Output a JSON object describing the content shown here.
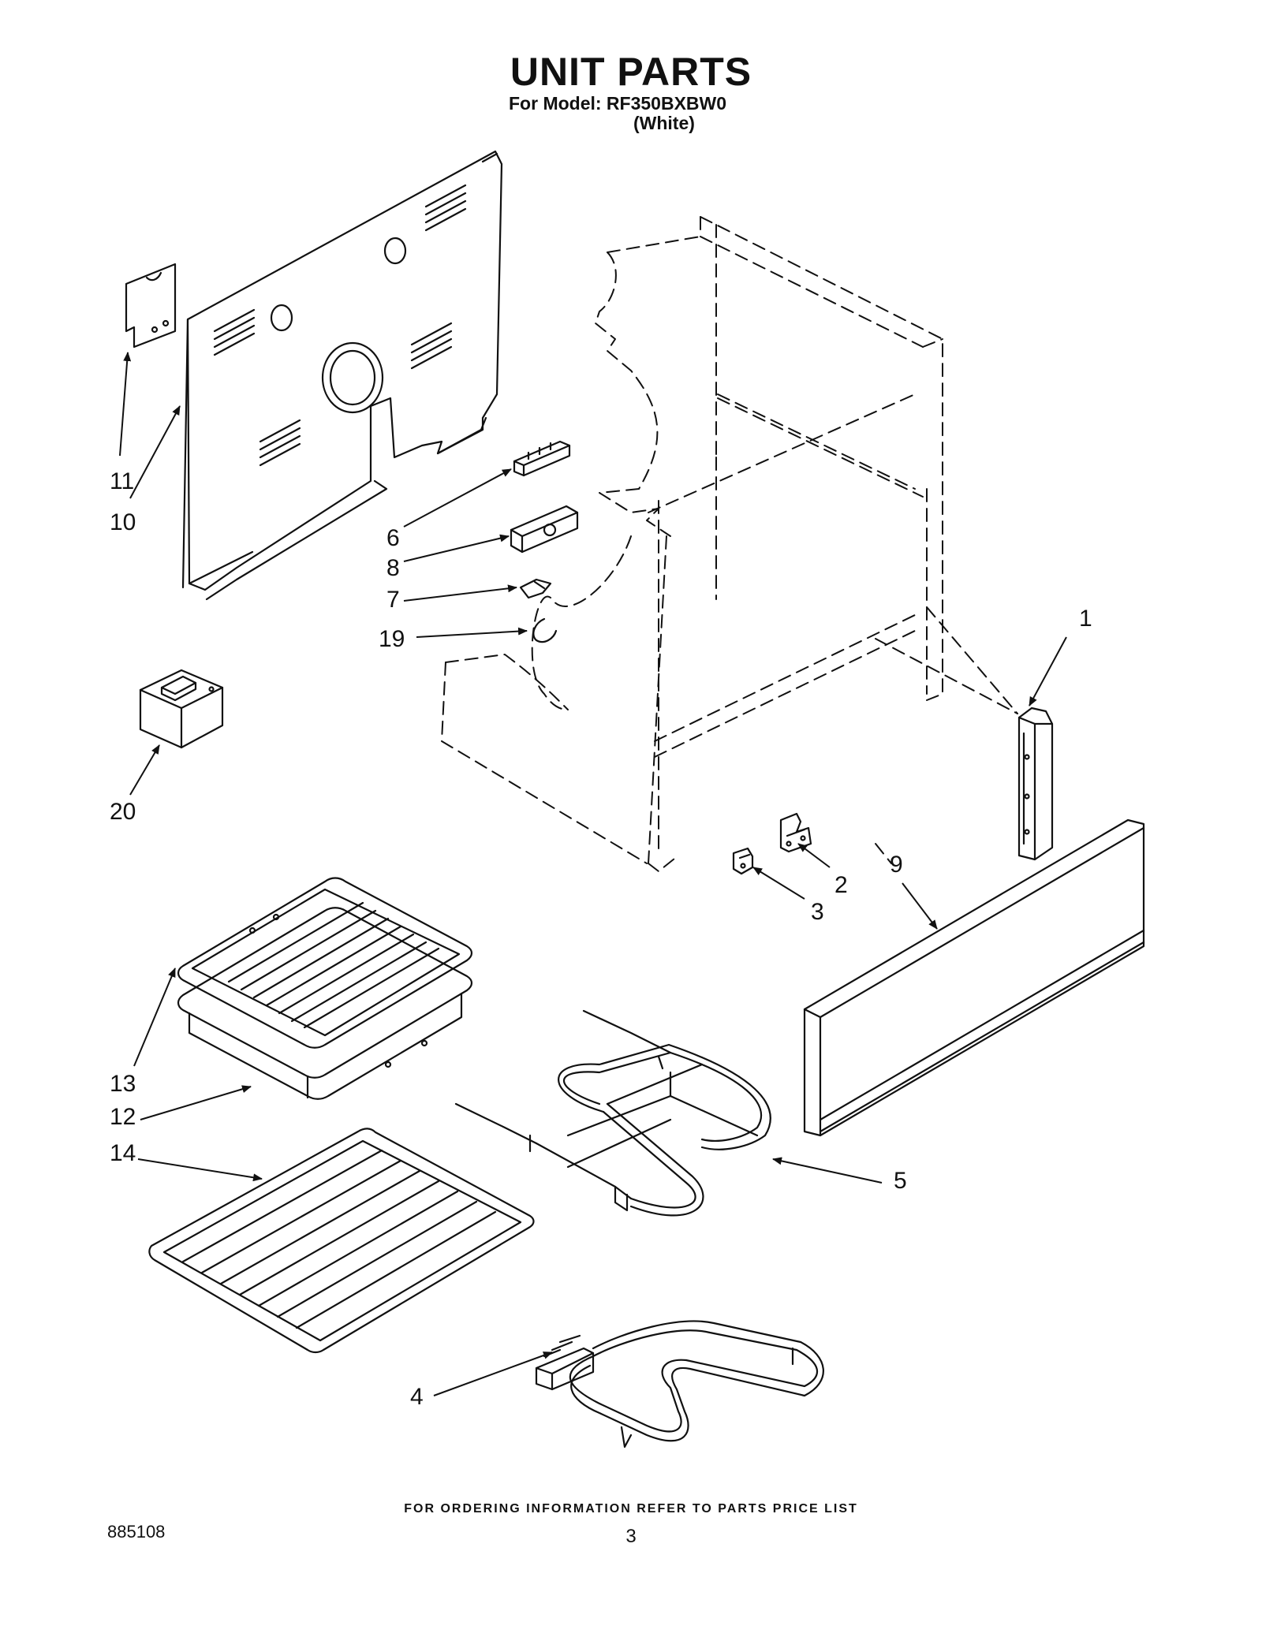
{
  "header": {
    "title": "UNIT PARTS",
    "model_line": "For Model: RF350BXBW0",
    "color_note": "(White)"
  },
  "callouts": {
    "c1": "1",
    "c2": "2",
    "c3": "3",
    "c4": "4",
    "c5": "5",
    "c6": "6",
    "c7": "7",
    "c8": "8",
    "c9": "9",
    "c10": "10",
    "c11": "11",
    "c12": "12",
    "c13": "13",
    "c14": "14",
    "c19": "19",
    "c20": "20"
  },
  "footer": {
    "ordering_note": "FOR ORDERING INFORMATION REFER TO PARTS PRICE LIST",
    "doc_number": "885108",
    "page_number": "3"
  }
}
